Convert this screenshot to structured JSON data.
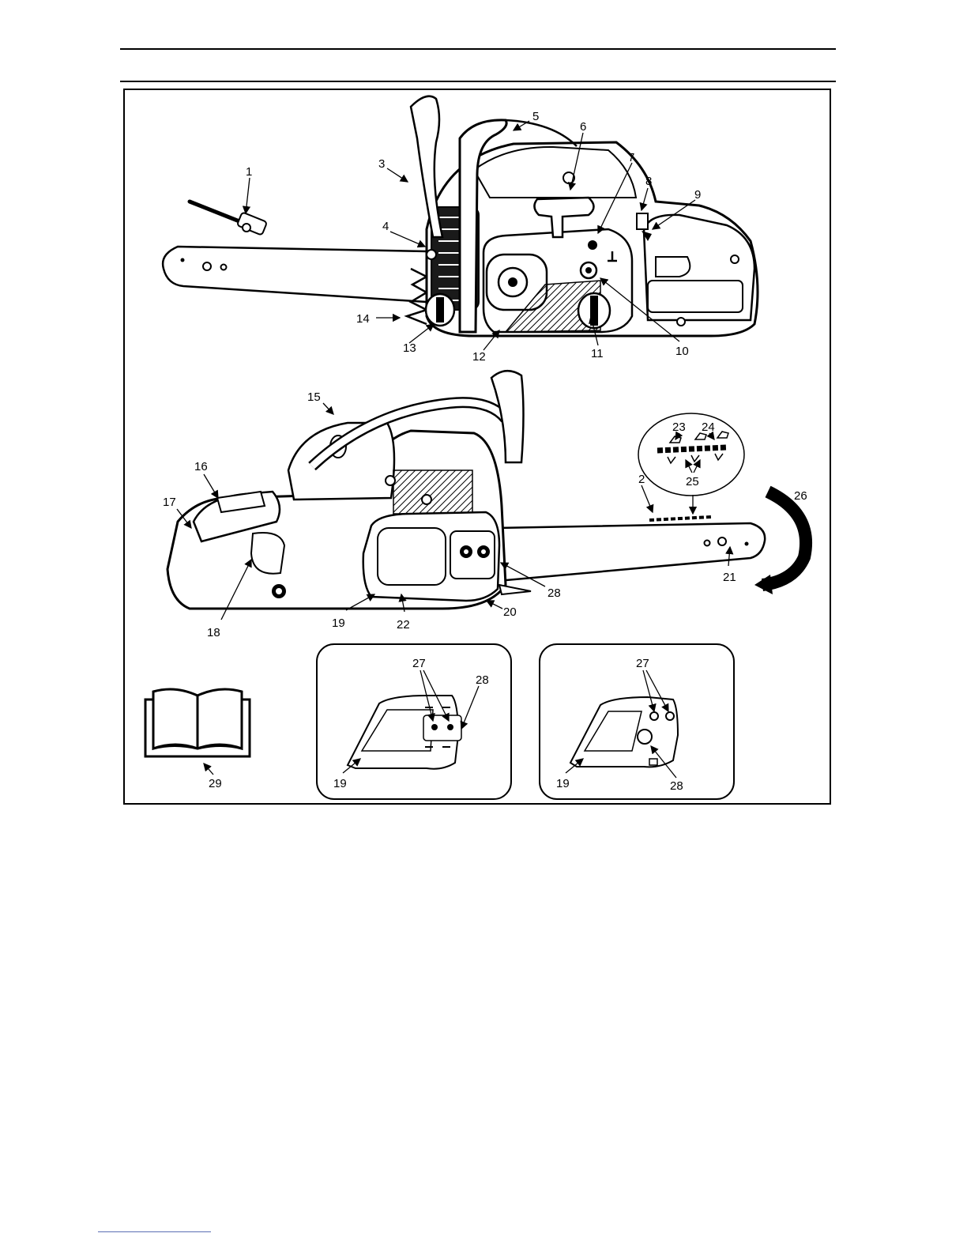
{
  "figure": {
    "callouts": {
      "c1": "1",
      "c2": "2",
      "c3": "3",
      "c4": "4",
      "c5": "5",
      "c6": "6",
      "c7": "7",
      "c8": "8",
      "c9": "9",
      "c10": "10",
      "c11": "11",
      "c12": "12",
      "c13": "13",
      "c14": "14",
      "c15": "15",
      "c16": "16",
      "c17": "17",
      "c18": "18",
      "c19": "19",
      "c20": "20",
      "c21": "21",
      "c22": "22",
      "c23": "23",
      "c24": "24",
      "c25": "25",
      "c26": "26",
      "c27": "27",
      "c28": "28",
      "c29": "29",
      "inset1_27": "27",
      "inset1_28": "28",
      "inset1_19": "19",
      "inset2_27": "27",
      "inset2_19": "19",
      "inset2_28": "28"
    }
  },
  "colors": {
    "line": "#000000",
    "fill": "#ffffff",
    "shade": "#d9d9d9",
    "dark": "#1a1a1a"
  }
}
